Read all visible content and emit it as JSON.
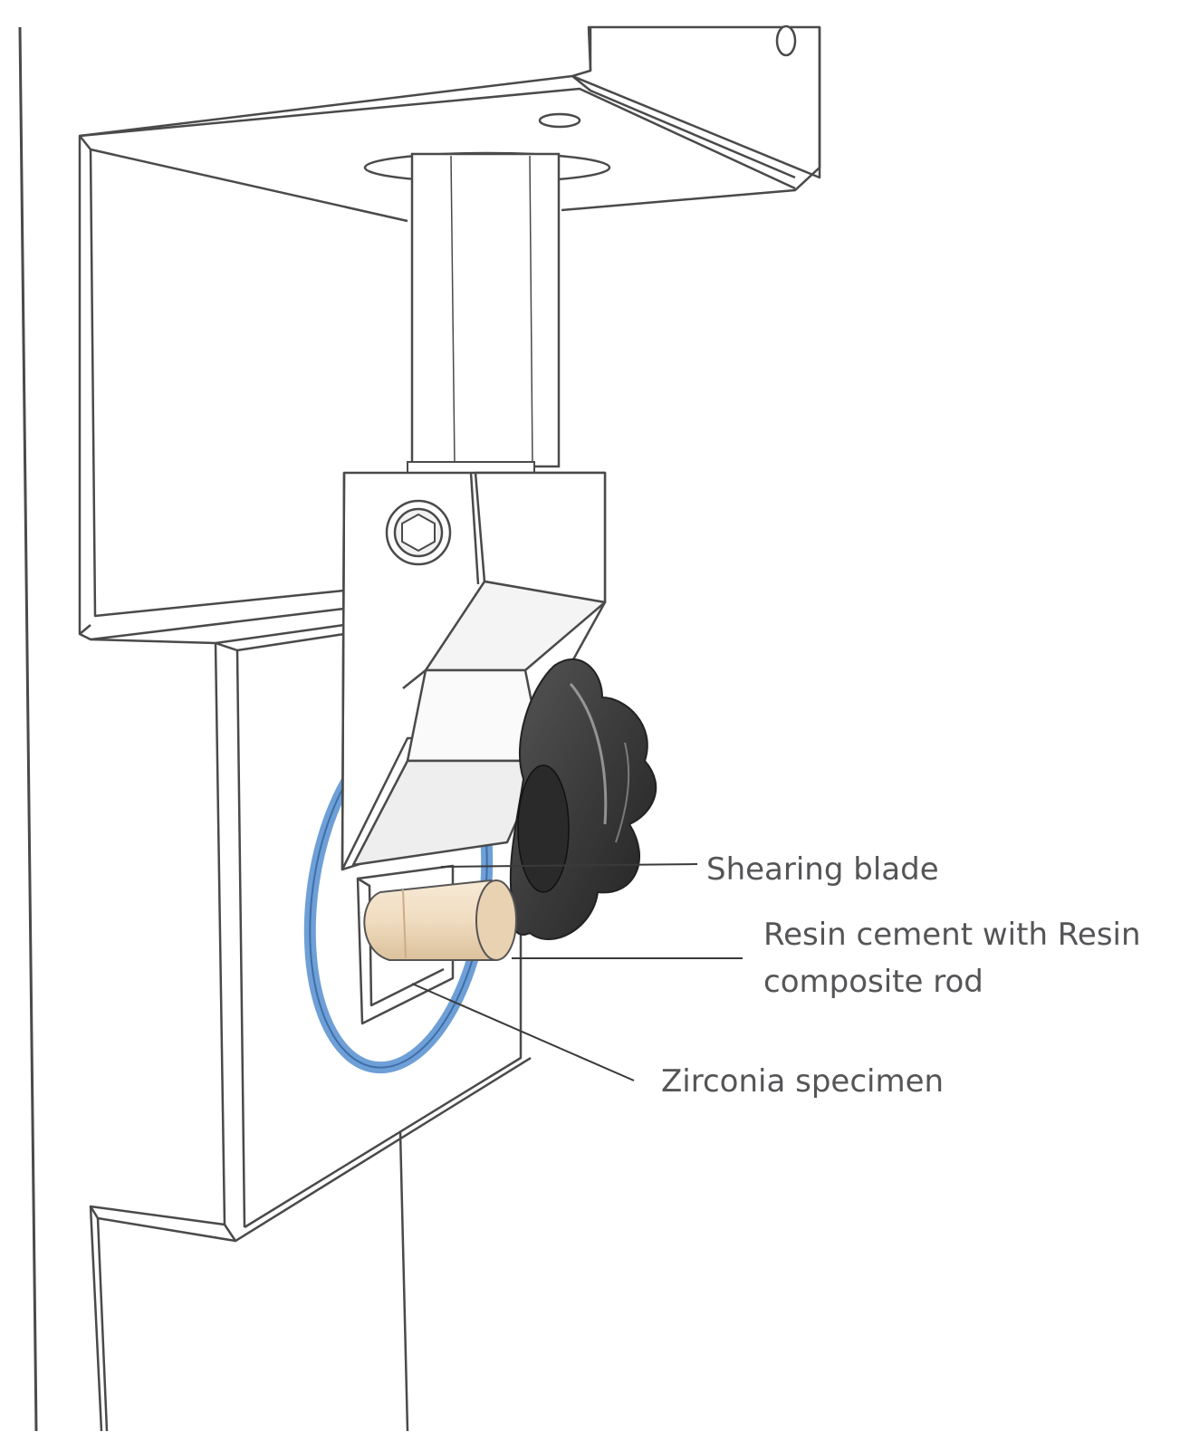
{
  "labels": {
    "shearing_blade": "Shearing blade",
    "resin_line1": "Resin cement with Resin",
    "resin_line2": "composite rod",
    "zirconia": "Zirconia specimen"
  },
  "colors": {
    "outline": "#4a4a4a",
    "leader": "#3a3a3a",
    "ring": "#6e9fd6",
    "knob": "#3b3b3b",
    "rod": "#f0dcc0",
    "label_text": "#555558"
  }
}
